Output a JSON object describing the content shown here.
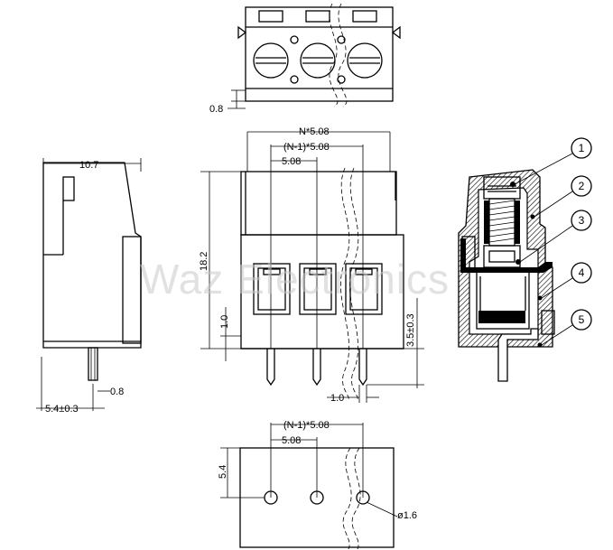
{
  "watermark": "Waz Electronics",
  "dimensions": {
    "top_pin_offset": "0.8",
    "pitch_total": "N*5.08",
    "pitch_n1": "(N-1)*5.08",
    "pitch": "5.08",
    "side_depth": "10.7",
    "height": "18.2",
    "pin_length": "3.5±0.3",
    "bottom_gap": "1.0",
    "pin_gap": "1.0",
    "side_pin_width": "0.8",
    "side_pin_pos": "5.4±0.3",
    "footprint_pitch_n1": "(N-1)*5.08",
    "footprint_pitch": "5.08",
    "footprint_row": "5.4",
    "hole_diameter": "ø1.6"
  },
  "callouts": [
    "1",
    "2",
    "3",
    "4",
    "5"
  ]
}
